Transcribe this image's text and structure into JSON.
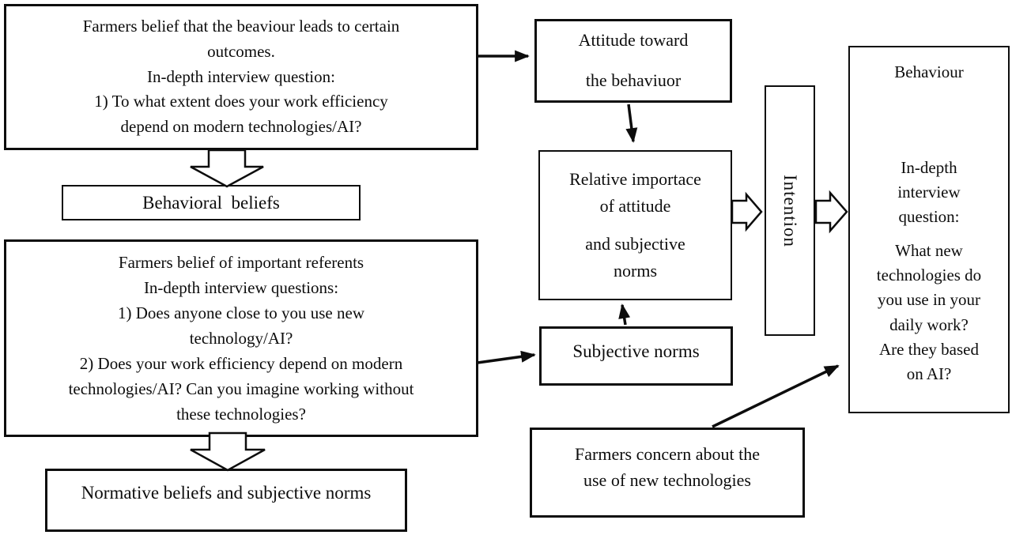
{
  "figure": {
    "kind": "theory-of-planned-behaviour-diagram",
    "background_color": "#ffffff",
    "line_color": "#0d0d0d"
  },
  "boxes": {
    "behavioral_source": {
      "text": "Farmers belief that the beaviour leads to certain\noutcomes.\nIn-depth interview question:\n1) To what extent does your work efficiency\ndepend on modern technologies/AI?"
    },
    "behavioral_beliefs": {
      "label": "Behavioral  beliefs"
    },
    "normative_source": {
      "text": "Farmers belief of important referents\nIn-depth interview questions:\n1) Does anyone close to you use new\ntechnology/AI?\n2) Does your work efficiency depend on modern\ntechnologies/AI? Can you imagine working without\nthese technologies?"
    },
    "normative_beliefs": {
      "label": "Normative beliefs and subjective norms"
    },
    "attitude": {
      "text": "Attitude toward\nthe behaviuor"
    },
    "relative_importance": {
      "text1": "Relative importace\nof attitude",
      "text2": "and subjective\nnorms"
    },
    "subjective_norms": {
      "label": "Subjective norms"
    },
    "intention": {
      "label": "Intention"
    },
    "behaviour": {
      "title": "Behaviour",
      "body1": "In-depth\ninterview\nquestion:",
      "body2": "What new\ntechnologies do\nyou use in your\ndaily work?\nAre they based\non AI?"
    },
    "farmers_concern": {
      "text": "Farmers concern about the\nuse of new technologies"
    }
  }
}
